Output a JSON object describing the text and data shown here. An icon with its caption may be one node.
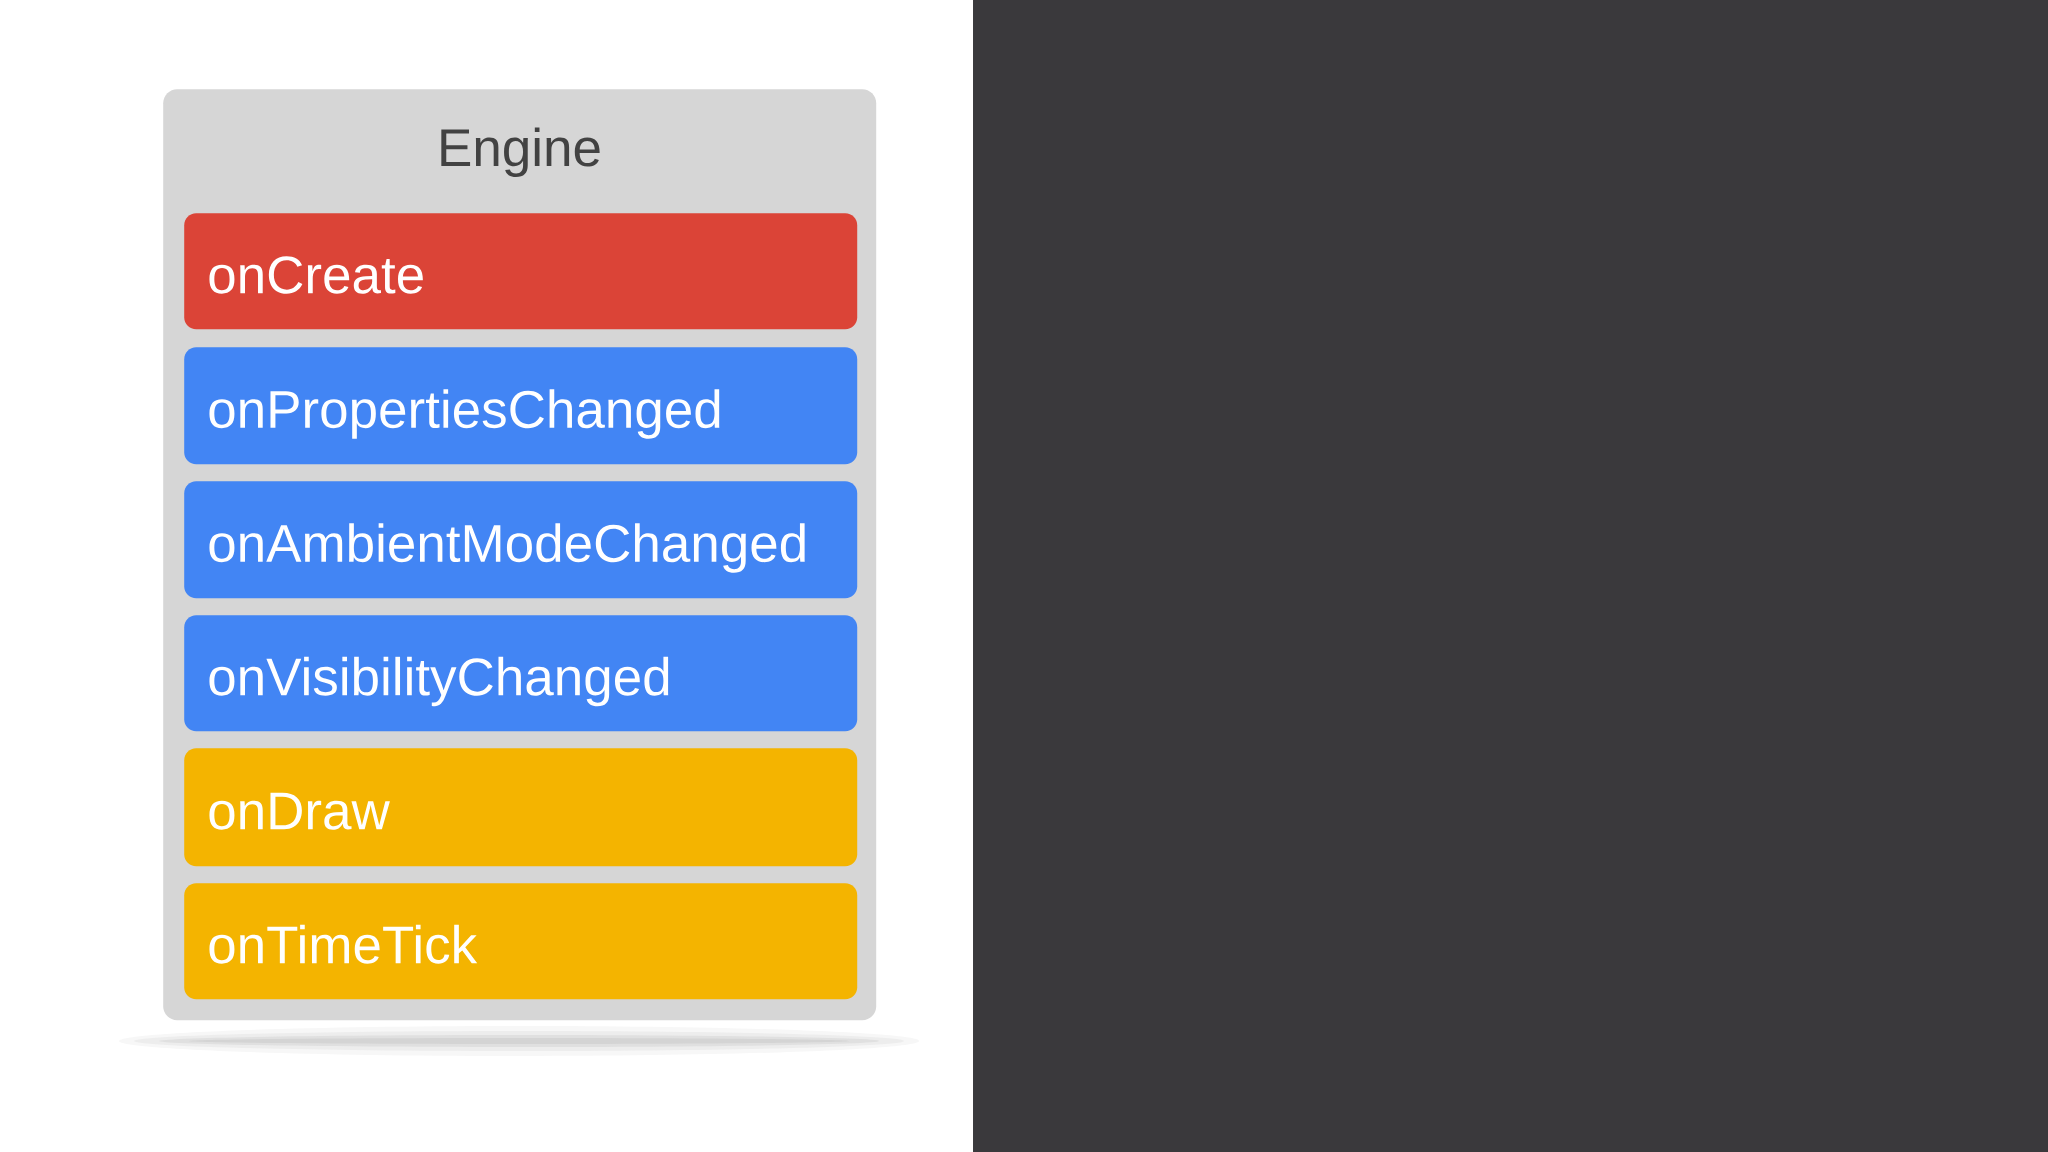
{
  "diagram": {
    "nodes": [
      {
        "text": [
          "Engine"
        ]
      },
      {
        "text": [
          "onCreate"
        ],
        "in": 0
      },
      {
        "text": [
          "onPropertiesChanged"
        ],
        "in": 0
      },
      {
        "text": [
          "onAmbientModeChanged"
        ],
        "in": 0
      },
      {
        "text": [
          "onVisibilityChanged"
        ],
        "in": 0
      },
      {
        "text": [
          "onDraw"
        ],
        "in": 0
      },
      {
        "text": [
          "onTimeTick"
        ],
        "in": 0
      }
    ]
  }
}
